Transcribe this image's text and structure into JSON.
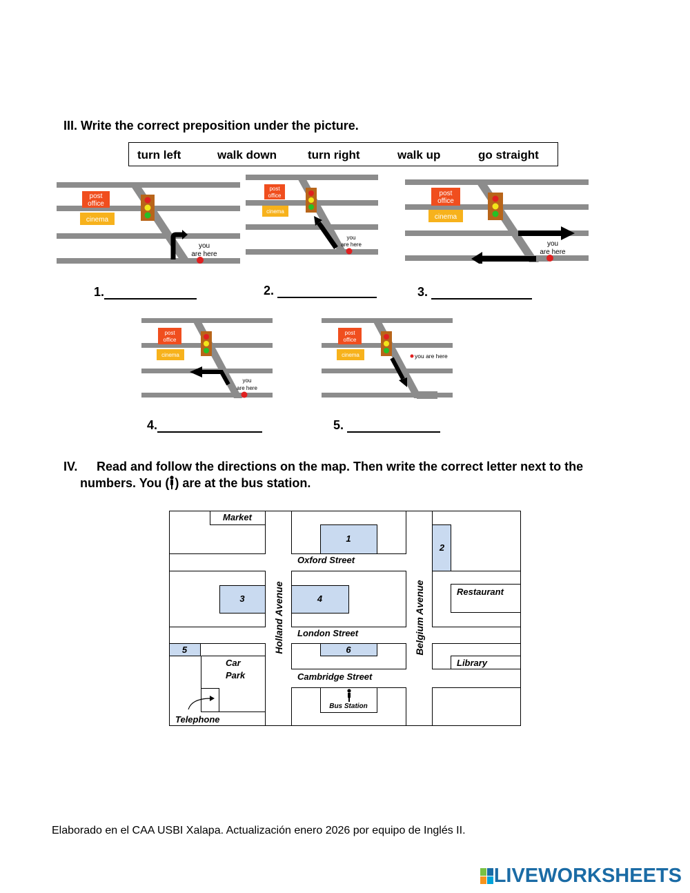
{
  "section3": {
    "title": "III. Write the correct preposition under the picture.",
    "options": [
      "turn left",
      "walk down",
      "turn right",
      "walk up",
      "go straight"
    ],
    "pictures": {
      "post_office": "post office",
      "post": "post",
      "office": "office",
      "cinema": "cinema",
      "you": "you",
      "are_here": "are here",
      "you_are_here": "you are here"
    },
    "answers": [
      {
        "num": "1."
      },
      {
        "num": "2."
      },
      {
        "num": "3."
      },
      {
        "num": "4."
      },
      {
        "num": "5."
      }
    ]
  },
  "section4": {
    "num": "IV.",
    "title_line1": "Read and follow the directions on the map. Then write the correct letter next to the",
    "title_line2_pre": "numbers. You (",
    "title_line2_post": ") are at the bus station."
  },
  "map": {
    "market": "Market",
    "oxford": "Oxford Street",
    "london": "London Street",
    "cambridge": "Cambridge Street",
    "holland": "Holland Avenue",
    "belgium": "Belgium Avenue",
    "restaurant": "Restaurant",
    "library": "Library",
    "car": "Car",
    "park": "Park",
    "telephone": "Telephone",
    "bus_station": "Bus Station",
    "numbered_buildings": [
      "1",
      "2",
      "3",
      "4",
      "5",
      "6"
    ]
  },
  "footer": "Elaborado en el CAA USBI Xalapa. Actualización enero 2026 por equipo de Inglés II.",
  "brand": {
    "name": "LIVEWORKSHEETS",
    "color": "#1a6ba5"
  },
  "colors": {
    "road": "#8c8c8c",
    "post_office": "#f04e1e",
    "cinema": "#f7b21c",
    "light_box": "#b8651a",
    "building": "#c9daf0"
  }
}
